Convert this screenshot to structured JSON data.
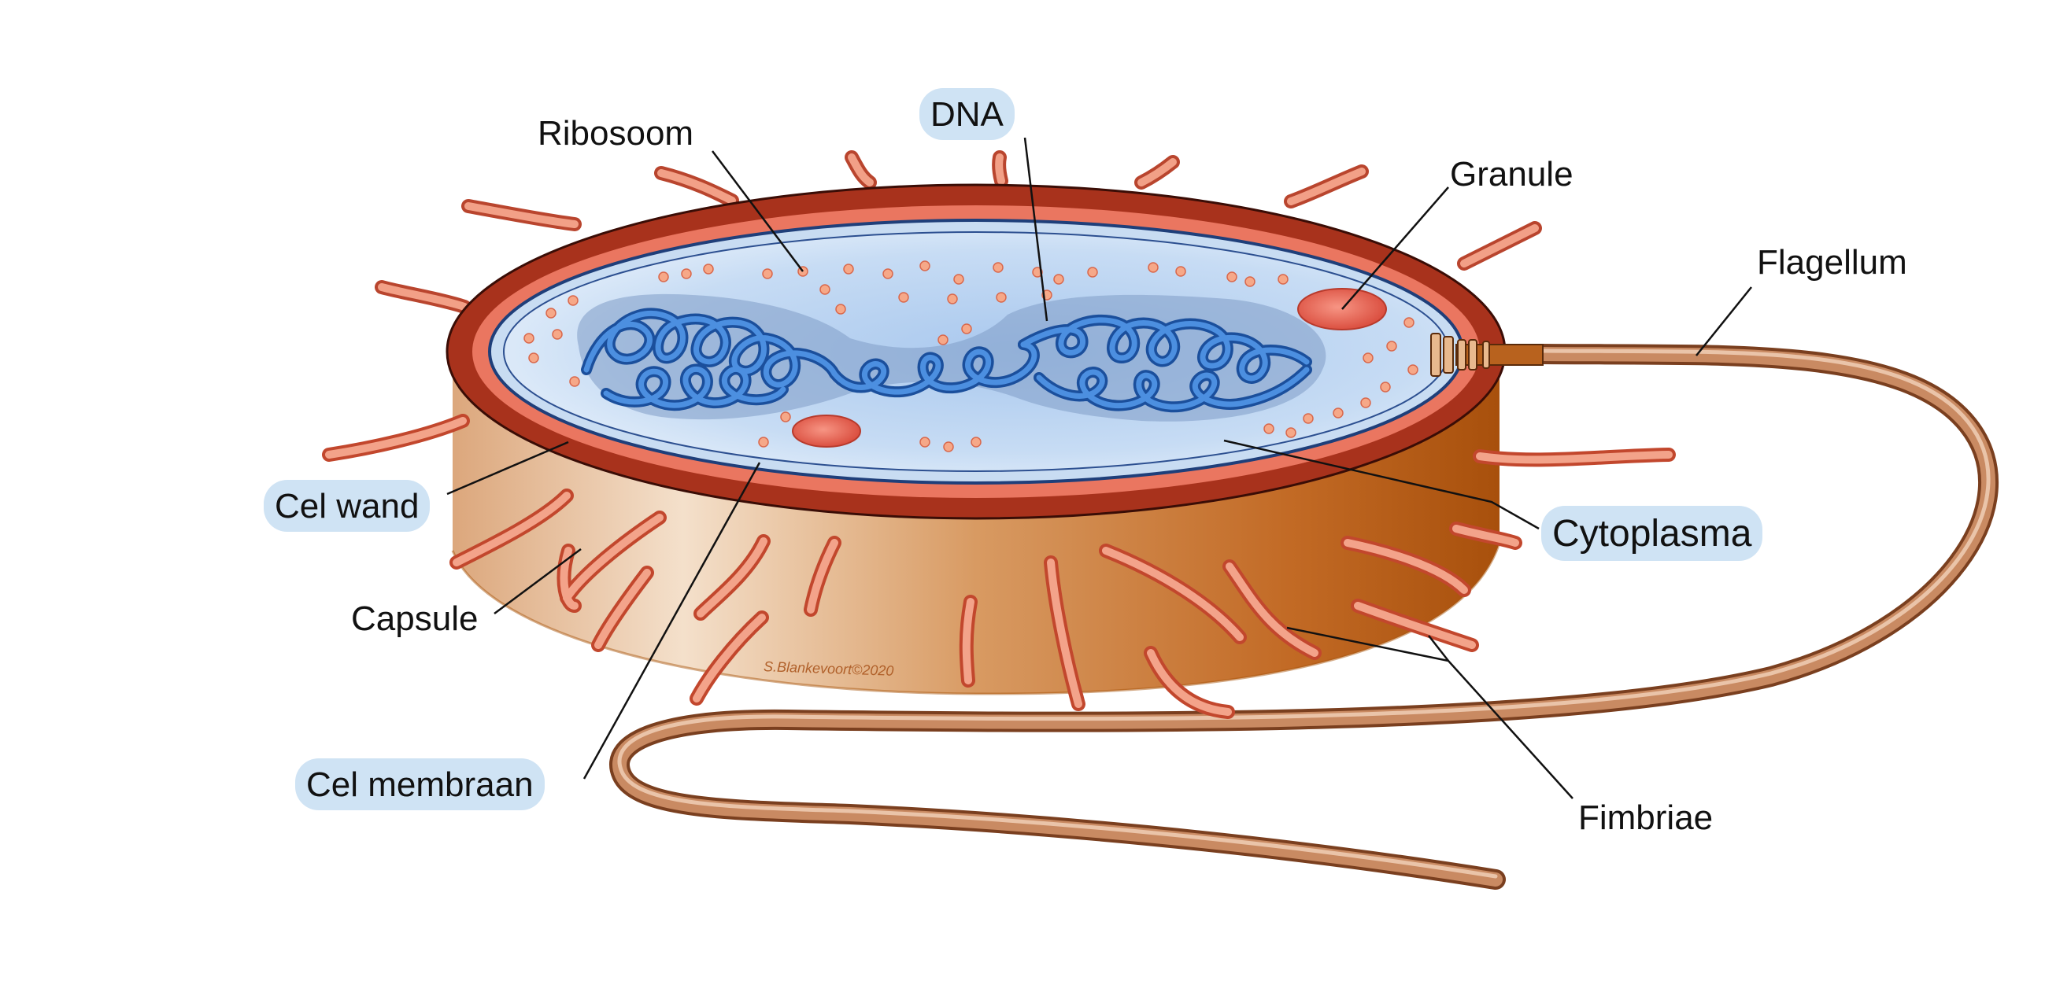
{
  "labels": {
    "ribosoom": "Ribosoom",
    "dna": "DNA",
    "granule": "Granule",
    "flagellum": "Flagellum",
    "cel_wand": "Cel wand",
    "cytoplasma": "Cytoplasma",
    "capsule": "Capsule",
    "cel_membraan": "Cel membraan",
    "fimbriae": "Fimbriae"
  },
  "signature": "S.Blankevoort©2020",
  "colors": {
    "capsule_light": "#f2dcc4",
    "capsule_dark": "#b8570f",
    "cell_wall_outer": "#a8321c",
    "cell_wall_inner": "#ea7660",
    "membrane": "#1f3f7a",
    "cytoplasm": "#bcd6f2",
    "dna": "#2f73c8",
    "nucleoid": "#7f9cc7",
    "granule": "#e4614f",
    "ribosome": "#f29a78",
    "fimbria": "#ea7b5e",
    "flagellum": "#b06a40",
    "label_highlight": "#cfe3f4"
  }
}
